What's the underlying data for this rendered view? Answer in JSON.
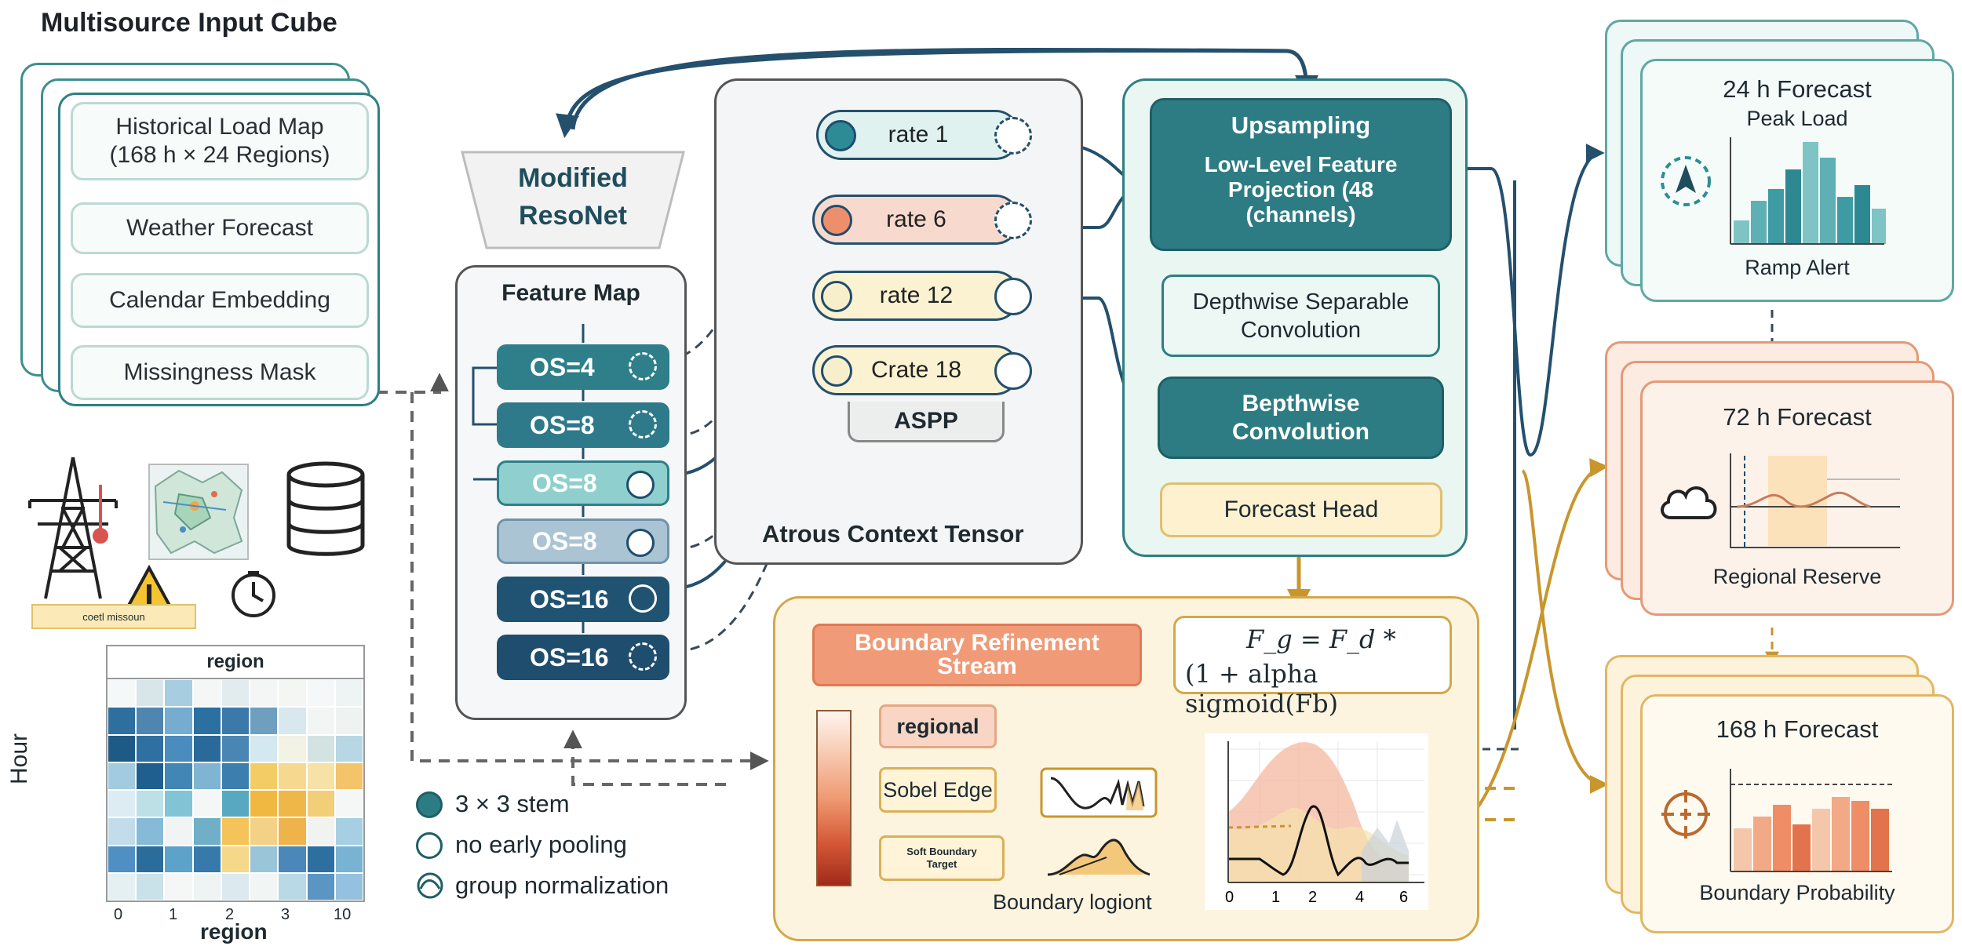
{
  "input_cube": {
    "title": "Multisource Input Cube",
    "items": [
      "Historical Load Map\n(168 h × 24 Regions)",
      "Weather Forecast",
      "Calendar Embedding",
      "Missingness Mask"
    ]
  },
  "warning_label": "coetl missoun",
  "heatmap": {
    "title": "region",
    "ylabel": "Hour",
    "xlabel": "region",
    "xticks": [
      "0",
      "1",
      "2",
      "3",
      "10"
    ],
    "grid": [
      [
        "#f5f8f8",
        "#d8e6ea",
        "#a6cde0",
        "#f4f7f6",
        "#e2ecef",
        "#f4f6f5",
        "#f3f6f3",
        "#f5f8f8",
        "#eef4f4"
      ],
      [
        "#2e6f9f",
        "#4f86b0",
        "#75acd0",
        "#2c6fa1",
        "#3b79aa",
        "#6e9fbf",
        "#d9e8ee",
        "#f1f6f4",
        "#eef3f2"
      ],
      [
        "#1e5a86",
        "#2e70a2",
        "#4b8cbf",
        "#2a6a9b",
        "#4a86b3",
        "#d4e8ef",
        "#f2f2e5",
        "#d3e3e2",
        "#b7d7e4"
      ],
      [
        "#a2cbe0",
        "#1f5f8f",
        "#4186b4",
        "#7fb5d3",
        "#3c7eae",
        "#f3cc66",
        "#f6d98f",
        "#f6e1a6",
        "#f4c36a"
      ],
      [
        "#dcecf2",
        "#bde0e7",
        "#82c3d6",
        "#f4f7f6",
        "#58a8c1",
        "#f1b841",
        "#efb648",
        "#f3ce78",
        "#f4f7f6"
      ],
      [
        "#c2dde9",
        "#86bad6",
        "#f1f4f2",
        "#6fb0c8",
        "#f4c45a",
        "#f3d187",
        "#efb34b",
        "#f0f3f0",
        "#a6d0e2"
      ],
      [
        "#4f8fc1",
        "#2a6c9c",
        "#5ca2c9",
        "#3779aa",
        "#f6d88b",
        "#9ac4d8",
        "#4b88b9",
        "#2e6fa1",
        "#79b3d4"
      ],
      [
        "#e5f0f2",
        "#c9e1e8",
        "#f4f7f6",
        "#eef4f3",
        "#dce9ee",
        "#f1f5f4",
        "#b9d9e6",
        "#5b95c3",
        "#94c2de"
      ]
    ]
  },
  "legend": [
    {
      "label": "3 × 3 stem"
    },
    {
      "label": "no early pooling"
    },
    {
      "label": "group normalization"
    }
  ],
  "backbone": {
    "title": "Modified\nResoNet",
    "feature_map_title": "Feature Map",
    "levels": [
      {
        "label": "OS=4",
        "color": "#2e7f8a"
      },
      {
        "label": "OS=8",
        "color": "#2f7a8a"
      },
      {
        "label": "OS=8",
        "color": "#8fd0cf"
      },
      {
        "label": "OS=8",
        "color": "#aac4d4"
      },
      {
        "label": "OS=16",
        "color": "#1f5371"
      },
      {
        "label": "OS=16",
        "color": "#1f4d6e"
      }
    ]
  },
  "aspp": {
    "title": "Atrous Context Tensor",
    "label": "ASPP",
    "rates": [
      {
        "label": "rate 1",
        "fill": "#dff2ef",
        "dot": "#2d8b95"
      },
      {
        "label": "rate 6",
        "fill": "#f7dacd",
        "dot": "#ee8f6c"
      },
      {
        "label": "rate 12",
        "fill": "#fbf2d2",
        "dot": "#f7efcc"
      },
      {
        "label": "Crate 18",
        "fill": "#fbf2d2",
        "dot": "#f7efcc"
      }
    ]
  },
  "decoder": {
    "upsampling": "Upsampling",
    "projection": "Low-Level Feature\nProjection (48\n(channels)",
    "depthwise_sep": "Depthwise Separable\nConvolution",
    "depthwise_conv": "Bepthwise\nConvolution",
    "head": "Forecast Head"
  },
  "boundary": {
    "title": "Boundary Refinement\nStream",
    "formula_line1": "F_g = F_d *",
    "formula_line2": "(1 + alpha sigmoid(Fb)",
    "regional": "regional",
    "sobel": "Sobel Edge",
    "soft": "Soft Boundary\nTarget",
    "logit": "Boundary logiont",
    "plot_xticks": [
      "0",
      "1",
      "2",
      "4",
      "6"
    ]
  },
  "outputs": [
    {
      "title": "24 h Forecast",
      "subtitle": "Peak Load",
      "caption": "Ramp Alert",
      "accent": "#2d8d94",
      "bg": "#eef8f6",
      "border": "#5fa8a4"
    },
    {
      "title": "72 h Forecast",
      "subtitle": "",
      "caption": "Regional Reserve",
      "accent": "#e8a36d",
      "bg": "#fbebe0",
      "border": "#e49a77"
    },
    {
      "title": "168 h Forecast",
      "subtitle": "",
      "caption": "Boundary Probability",
      "accent": "#d2952f",
      "bg": "#fdf3dc",
      "border": "#e1b763"
    }
  ],
  "colors": {
    "teal": "#2d7c83",
    "dark_teal": "#1f5f66",
    "orange": "#f08a62",
    "gold": "#c9962d",
    "navy": "#24506d"
  }
}
